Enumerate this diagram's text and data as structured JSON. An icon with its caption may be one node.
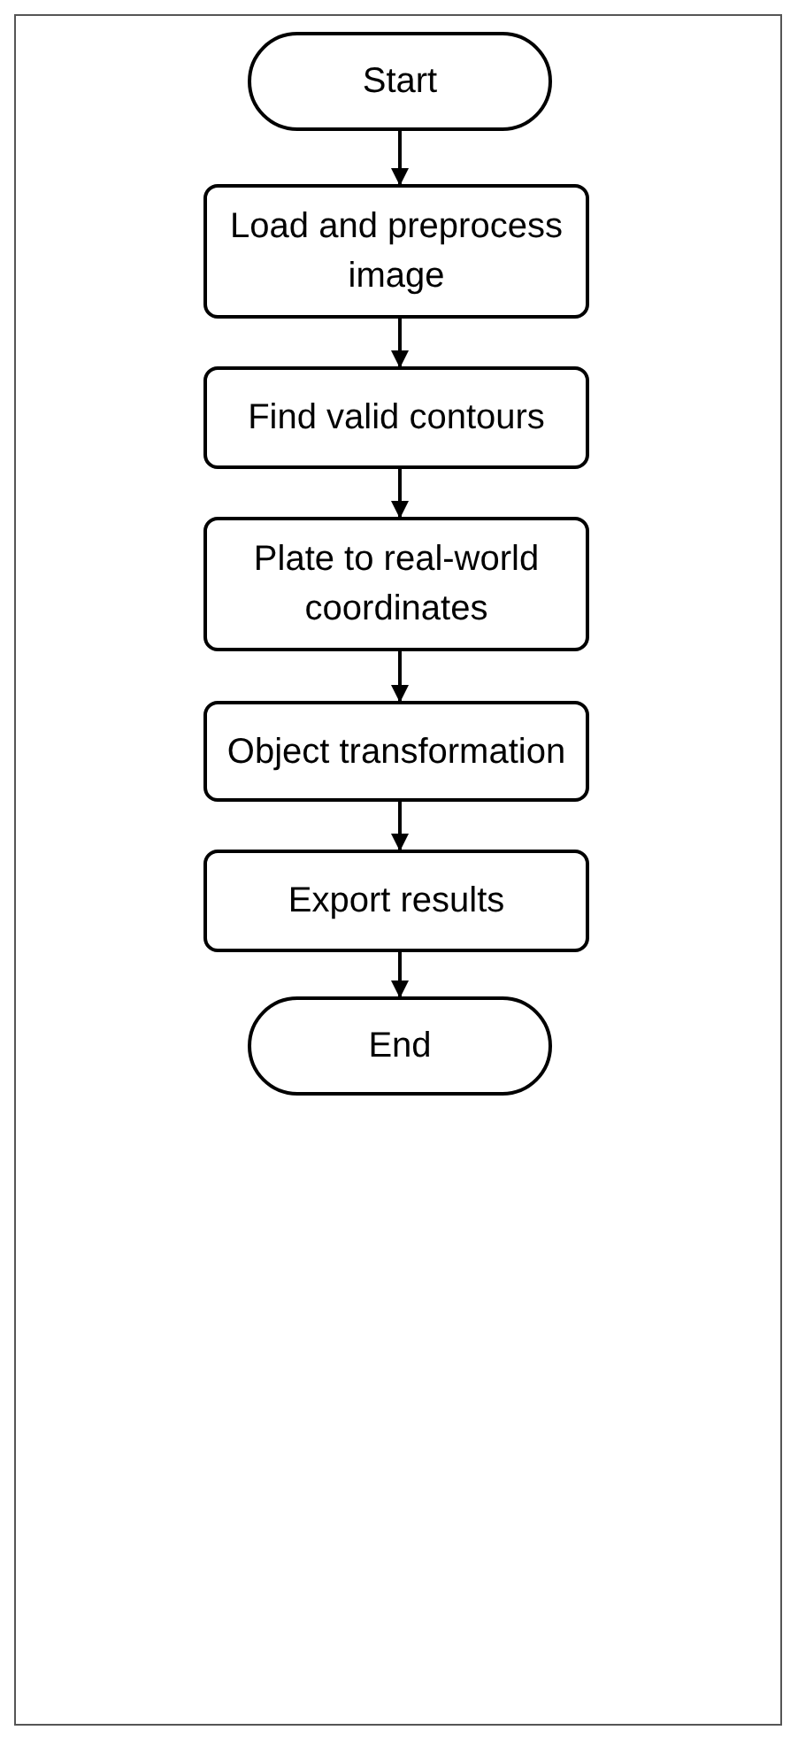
{
  "diagram": {
    "nodes": [
      {
        "text": [
          "Start"
        ]
      },
      {
        "text": [
          "Load and preprocess image"
        ]
      },
      {
        "text": [
          "Find valid contours"
        ]
      },
      {
        "text": [
          "Plate to real-world coordinates"
        ]
      },
      {
        "text": [
          "Object transformation"
        ]
      },
      {
        "text": [
          "Export results"
        ]
      },
      {
        "text": [
          "End"
        ]
      }
    ],
    "edges": [
      {
        "from": 0,
        "to": 1,
        "arrow": "to"
      },
      {
        "from": 1,
        "to": 2,
        "arrow": "to"
      },
      {
        "from": 2,
        "to": 3,
        "arrow": "to"
      },
      {
        "from": 3,
        "to": 4,
        "arrow": "to"
      },
      {
        "from": 4,
        "to": 5,
        "arrow": "to"
      },
      {
        "from": 5,
        "to": 6,
        "arrow": "to"
      }
    ]
  }
}
